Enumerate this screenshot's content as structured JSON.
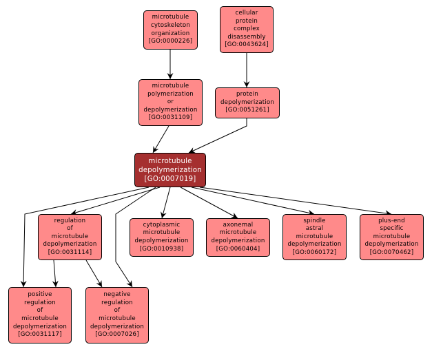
{
  "colors": {
    "node_fill": "#ff8a8a",
    "focus_fill": "#a52f2f",
    "border": "#000000",
    "edge": "#000000",
    "focus_text": "#ffffff"
  },
  "nodes": [
    {
      "id": "n0000226",
      "lines": [
        "microtubule",
        "cytoskeleton",
        "organization",
        "[GO:0000226]"
      ],
      "focus": false
    },
    {
      "id": "n0043624",
      "lines": [
        "cellular",
        "protein",
        "complex",
        "disassembly",
        "[GO:0043624]"
      ],
      "focus": false
    },
    {
      "id": "n0031109",
      "lines": [
        "microtubule",
        "polymerization",
        "or",
        "depolymerization",
        "[GO:0031109]"
      ],
      "focus": false
    },
    {
      "id": "n0051261",
      "lines": [
        "protein",
        "depolymerization",
        "[GO:0051261]"
      ],
      "focus": false
    },
    {
      "id": "n0007019",
      "lines": [
        "microtubule",
        "depolymerization",
        "[GO:0007019]"
      ],
      "focus": true
    },
    {
      "id": "n0031114",
      "lines": [
        "regulation",
        "of",
        "microtubule",
        "depolymerization",
        "[GO:0031114]"
      ],
      "focus": false
    },
    {
      "id": "n0010938",
      "lines": [
        "cytoplasmic",
        "microtubule",
        "depolymerization",
        "[GO:0010938]"
      ],
      "focus": false
    },
    {
      "id": "n0060404",
      "lines": [
        "axonemal",
        "microtubule",
        "depolymerization",
        "[GO:0060404]"
      ],
      "focus": false
    },
    {
      "id": "n0060172",
      "lines": [
        "spindle",
        "astral",
        "microtubule",
        "depolymerization",
        "[GO:0060172]"
      ],
      "focus": false
    },
    {
      "id": "n0070462",
      "lines": [
        "plus-end",
        "specific",
        "microtubule",
        "depolymerization",
        "[GO:0070462]"
      ],
      "focus": false
    },
    {
      "id": "n0031117",
      "lines": [
        "positive",
        "regulation",
        "of",
        "microtubule",
        "depolymerization",
        "[GO:0031117]"
      ],
      "focus": false
    },
    {
      "id": "n0007026",
      "lines": [
        "negative",
        "regulation",
        "of",
        "microtubule",
        "depolymerization",
        "[GO:0007026]"
      ],
      "focus": false
    }
  ],
  "edges": [
    {
      "from": "n0000226",
      "to": "n0031109"
    },
    {
      "from": "n0043624",
      "to": "n0051261"
    },
    {
      "from": "n0031109",
      "to": "n0007019"
    },
    {
      "from": "n0051261",
      "to": "n0007019"
    },
    {
      "from": "n0007019",
      "to": "n0031114"
    },
    {
      "from": "n0007019",
      "to": "n0010938"
    },
    {
      "from": "n0007019",
      "to": "n0060404"
    },
    {
      "from": "n0007019",
      "to": "n0060172"
    },
    {
      "from": "n0007019",
      "to": "n0070462"
    },
    {
      "from": "n0007019",
      "to": "n0031117"
    },
    {
      "from": "n0007019",
      "to": "n0007026"
    },
    {
      "from": "n0031114",
      "to": "n0031117"
    },
    {
      "from": "n0031114",
      "to": "n0007026"
    }
  ]
}
